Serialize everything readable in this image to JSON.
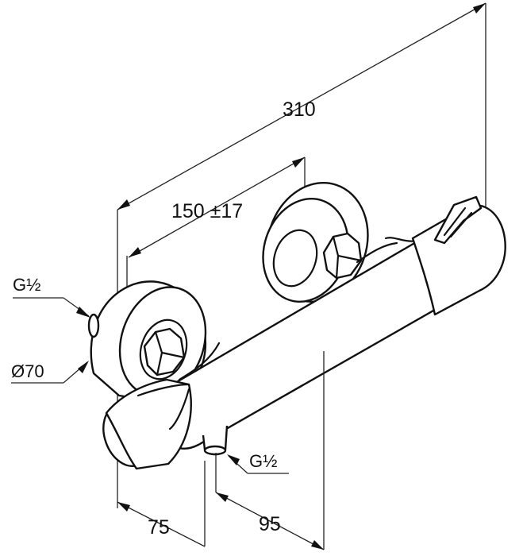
{
  "dimensions": {
    "overall_length": "310",
    "inlet_spacing": "150 ±17",
    "handle_offset": "75",
    "outlet_offset": "95"
  },
  "callouts": {
    "inlet_thread": "G½",
    "escutcheon_diameter": "Ø70",
    "outlet_thread": "G½"
  }
}
